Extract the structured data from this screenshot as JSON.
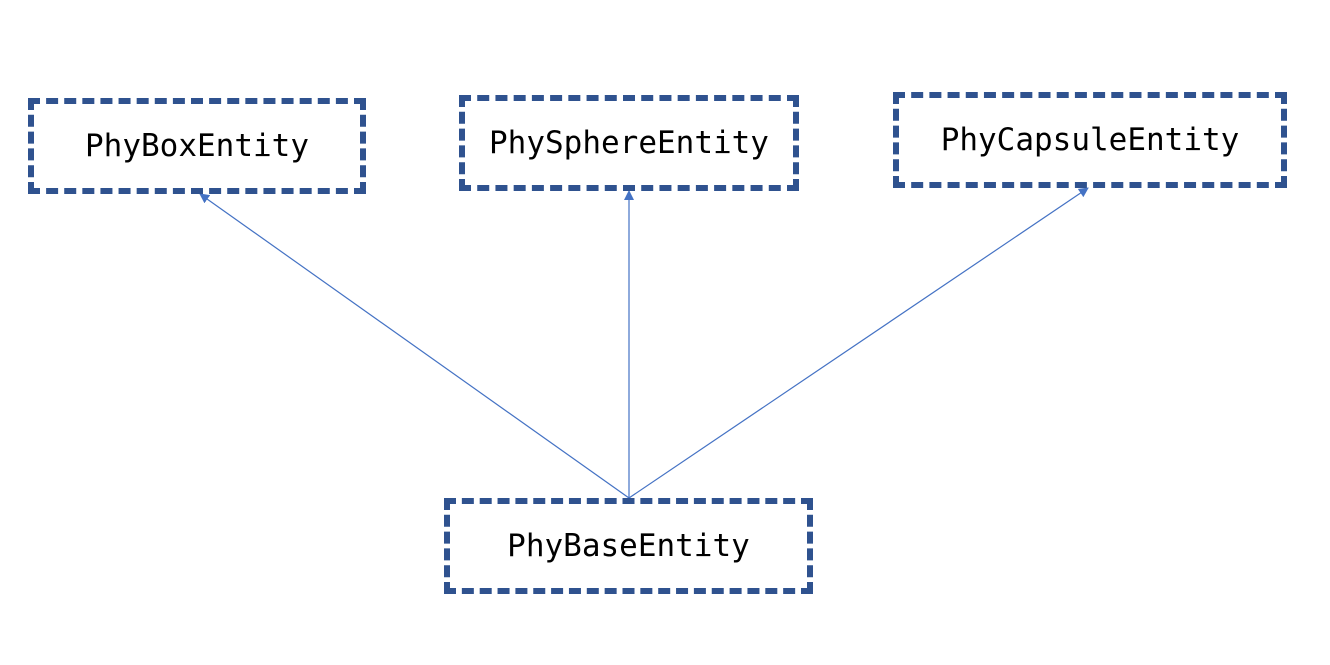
{
  "diagram": {
    "nodes": {
      "box": "PhyBoxEntity",
      "sphere": "PhySphereEntity",
      "capsule": "PhyCapsuleEntity",
      "base": "PhyBaseEntity"
    },
    "edges": [
      {
        "from": "base",
        "to": "box"
      },
      {
        "from": "base",
        "to": "sphere"
      },
      {
        "from": "base",
        "to": "capsule"
      }
    ],
    "colors": {
      "border": "#2f528f",
      "edge": "#4472c4"
    }
  }
}
